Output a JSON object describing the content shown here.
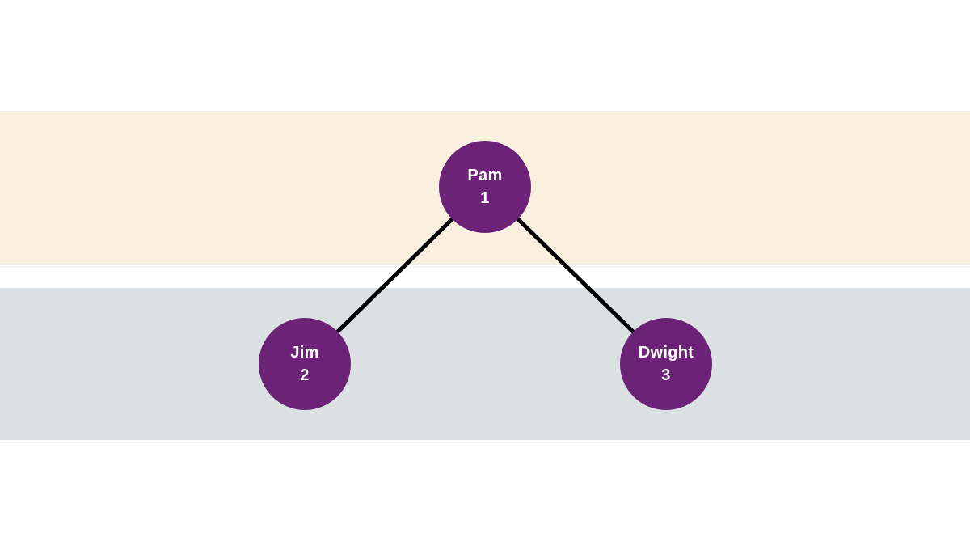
{
  "tree": {
    "type": "binary-tree",
    "nodes": [
      {
        "name": "Pam",
        "value": "1",
        "level": 1
      },
      {
        "name": "Jim",
        "value": "2",
        "level": 2
      },
      {
        "name": "Dwight",
        "value": "3",
        "level": 2
      }
    ],
    "edges": [
      {
        "from": "Pam",
        "to": "Jim"
      },
      {
        "from": "Pam",
        "to": "Dwight"
      }
    ]
  },
  "colors": {
    "node_fill": "#6b2277",
    "node_text": "#ffffff",
    "edge_stroke": "#000000",
    "level1_band": "#f9efde",
    "level2_band": "#dbe1e3",
    "background": "#ffffff"
  }
}
